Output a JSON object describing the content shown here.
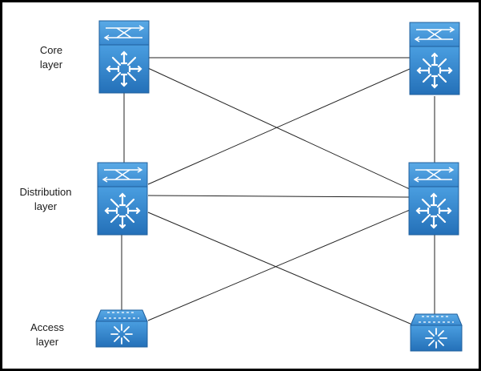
{
  "layers": {
    "core": [
      "Core",
      "layer"
    ],
    "distribution": [
      "Distribution",
      "layer"
    ],
    "access": [
      "Access",
      "layer"
    ]
  },
  "devices": {
    "core_left": "core-switch-icon",
    "core_right": "core-switch-icon",
    "dist_left": "distribution-switch-icon",
    "dist_right": "distribution-switch-icon",
    "access_left": "access-switch-icon",
    "access_right": "access-switch-icon"
  },
  "colors": {
    "device_top": "#3f8fd2",
    "device_face": "#2b7fc7",
    "device_dark": "#1f63a3",
    "line": "#222222"
  }
}
